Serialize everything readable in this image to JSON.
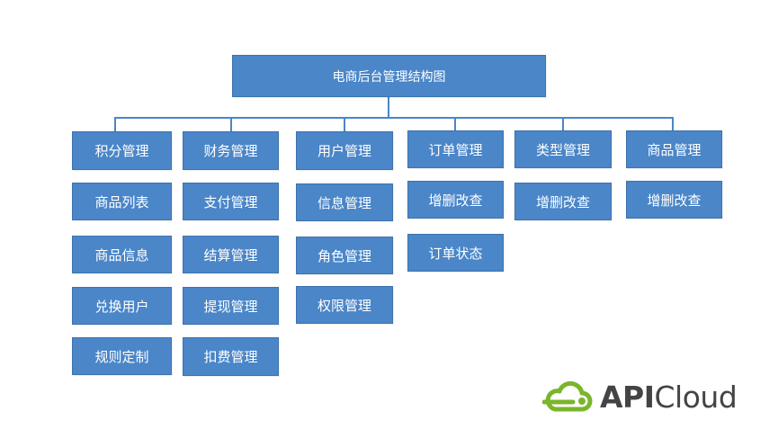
{
  "title": "电商后台管理结构图",
  "columns": [
    {
      "header": "积分管理",
      "items": [
        "商品列表",
        "商品信息",
        "兑换用户",
        "规则定制"
      ]
    },
    {
      "header": "财务管理",
      "items": [
        "支付管理",
        "结算管理",
        "提现管理",
        "扣费管理"
      ]
    },
    {
      "header": "用户管理",
      "items": [
        "信息管理",
        "角色管理",
        "权限管理"
      ]
    },
    {
      "header": "订单管理",
      "items": [
        "增删改查",
        "订单状态"
      ]
    },
    {
      "header": "类型管理",
      "items": [
        "增删改查"
      ]
    },
    {
      "header": "商品管理",
      "items": [
        "增删改查"
      ]
    }
  ],
  "colors": {
    "box": "#4a86c8",
    "line": "#4a86c8",
    "logo_green": "#7ab52c",
    "logo_text": "#444444"
  },
  "logo": {
    "api": "API",
    "cloud": "Cloud",
    "icon": "cloud-icon"
  }
}
